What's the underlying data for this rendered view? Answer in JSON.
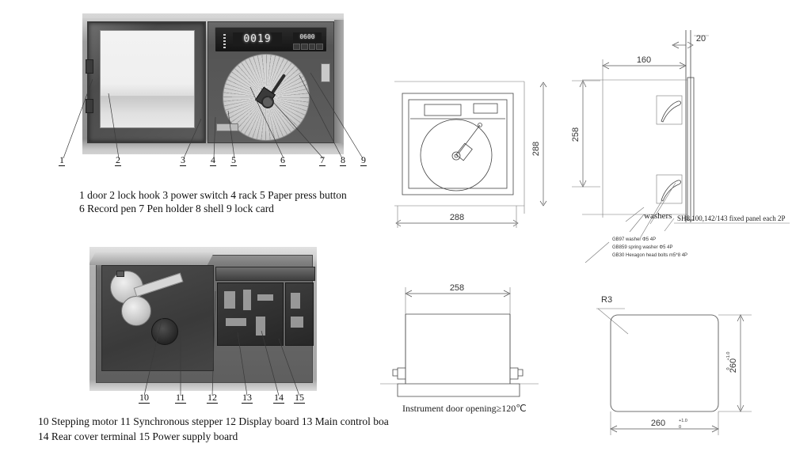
{
  "document": {
    "title": "Circular Chart Recorder — Structure and Installation Dimensions"
  },
  "photos": {
    "top": {
      "name": "front view with door open",
      "display": {
        "main_value": "0019",
        "sub_value": "0600"
      },
      "callouts": [
        "1",
        "2",
        "3",
        "4",
        "5",
        "6",
        "7",
        "8",
        "9"
      ]
    },
    "bottom": {
      "name": "internal view with chassis swung out",
      "callouts": [
        "10",
        "11",
        "12",
        "13",
        "14",
        "15"
      ]
    }
  },
  "captions": {
    "top_line1": "1 door 2 lock hook 3 power switch 4 rack 5 Paper press button",
    "top_line2": "6 Record pen   7 Pen holder   8 shell   9 lock card",
    "bottom_line1": "10 Stepping motor 11 Synchronous stepper 12 Display board 13 Main control boa",
    "bottom_line2": "14 Rear cover terminal 15 Power supply board"
  },
  "drawings": {
    "front_view": {
      "name": "front elevation",
      "width_dim": "288",
      "height_dim": "288"
    },
    "side_view": {
      "name": "right side elevation with panel mounting",
      "depth_dim": "160",
      "bezel_dim": "20",
      "height_dim": "258",
      "labels": {
        "washers": "washers",
        "fixed_panel": "SH8,100,142/143 fixed panel each 2P",
        "spec1": "GB97 washer Φ5 4P",
        "spec2": "GB859 spring washer Φ5 4P",
        "spec3": "GB30 Hexagon head bolts m5*8 4P"
      }
    },
    "top_view": {
      "name": "top view door swing",
      "width_dim": "258",
      "note": "Instrument door opening≥120℃"
    },
    "panel_cutout": {
      "name": "panel cutout dimensions",
      "width_dim": "260",
      "height_dim": "260",
      "width_tolerance": "+1.0",
      "width_tolerance_lower": "0",
      "height_tolerance": "+1.0",
      "height_tolerance_lower": "0",
      "corner_radius": "R3"
    }
  }
}
